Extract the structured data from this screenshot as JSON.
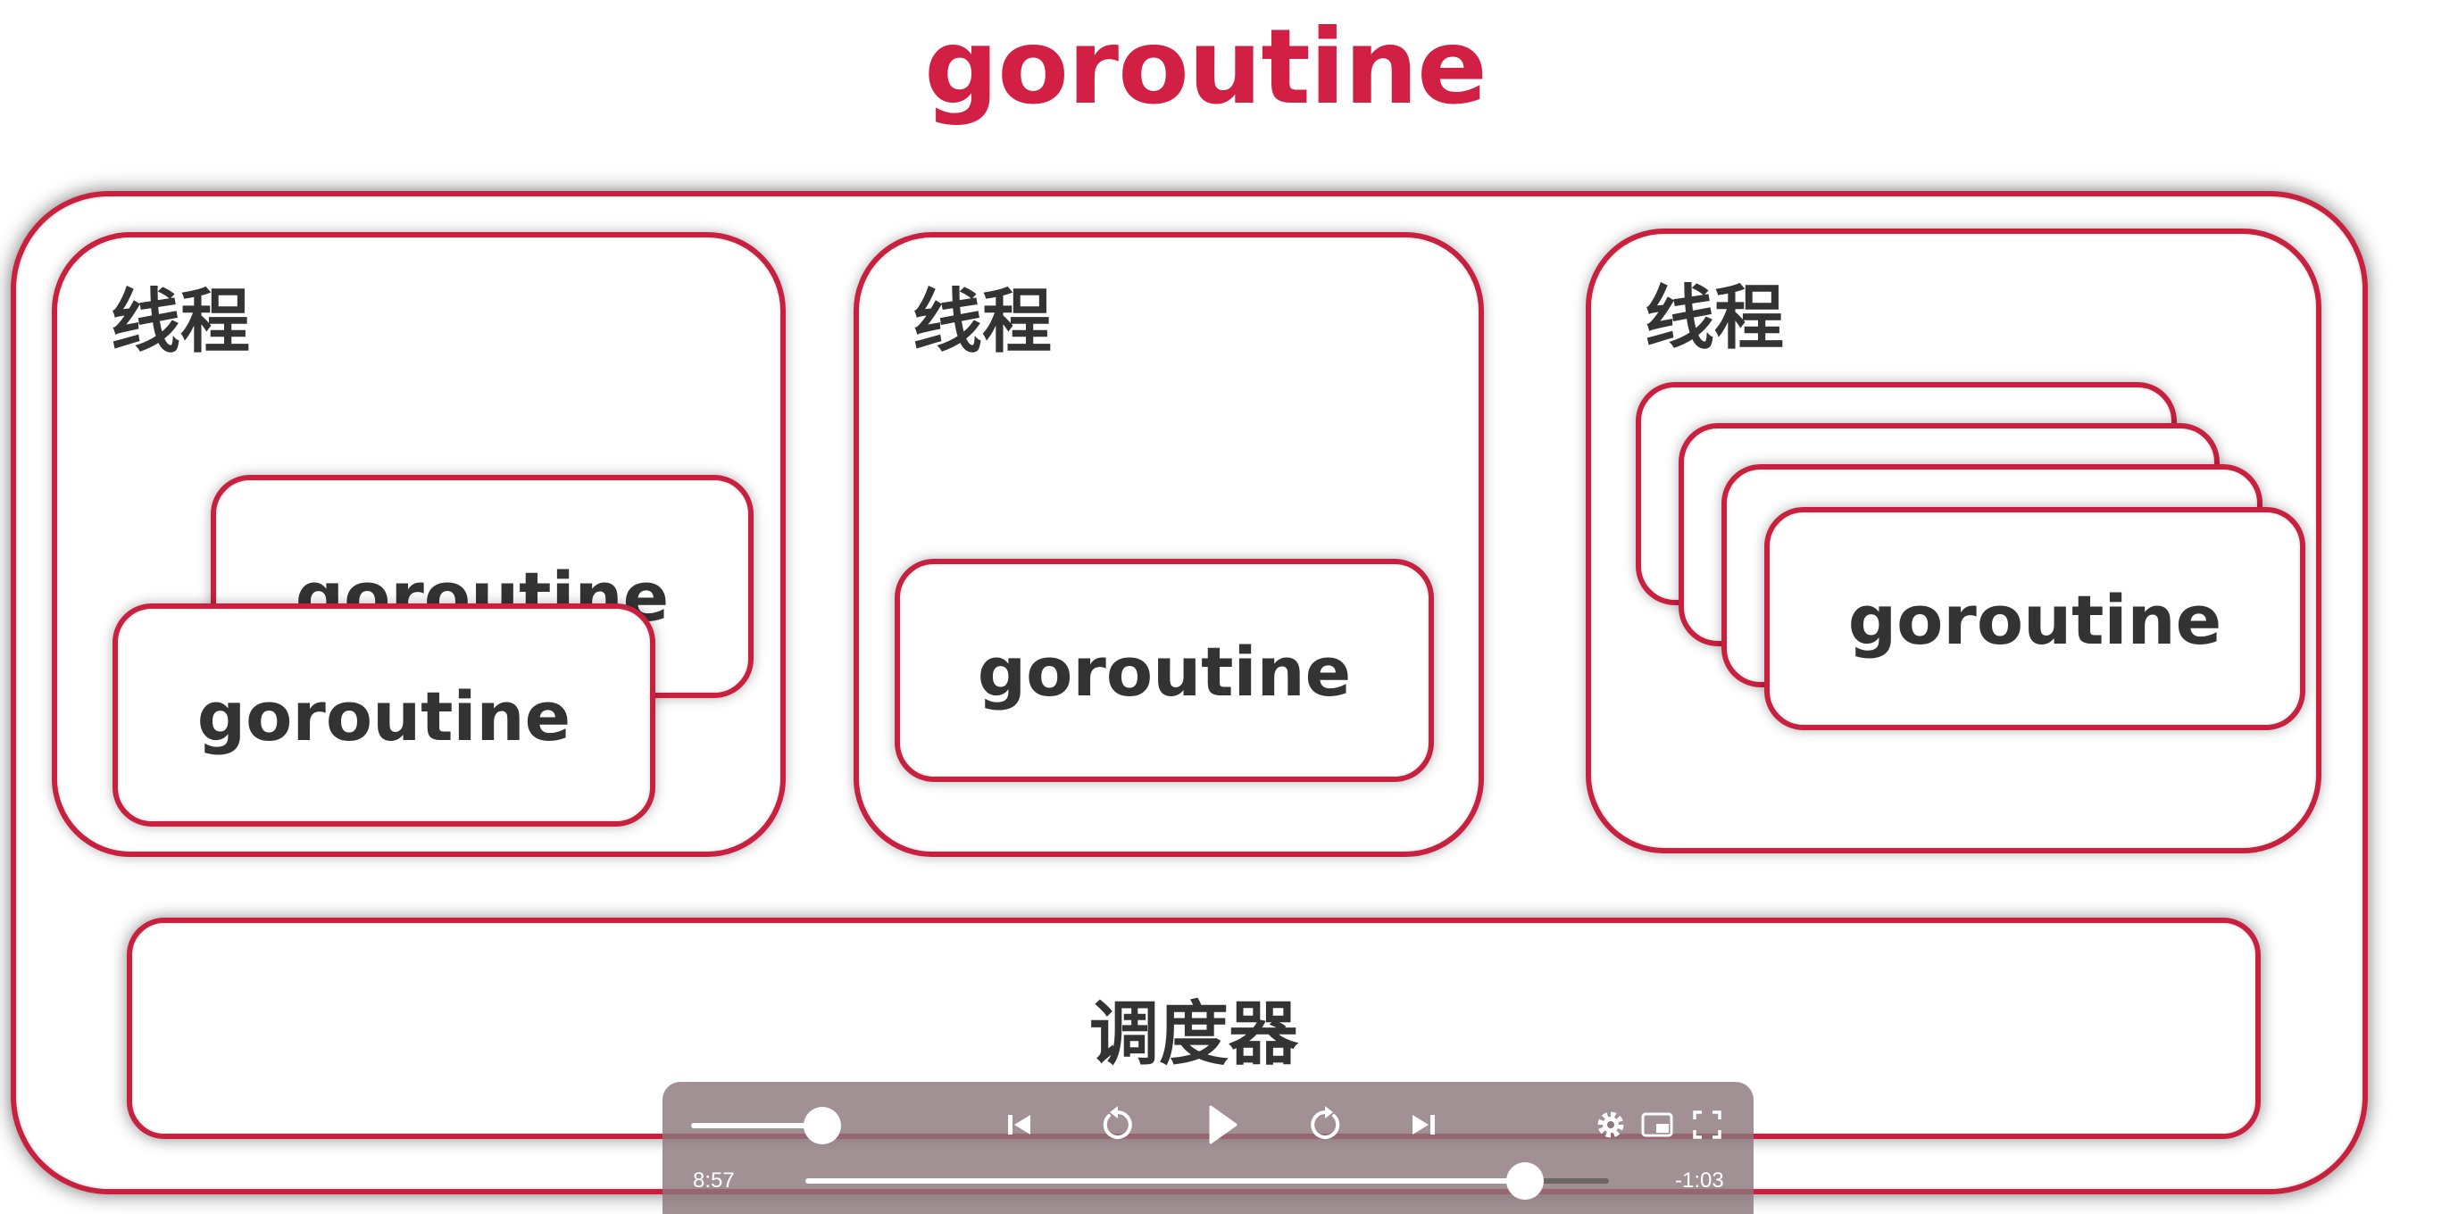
{
  "title": "goroutine",
  "threads": [
    {
      "label": "线程",
      "goroutines": [
        "goroutine",
        "goroutine"
      ]
    },
    {
      "label": "线程",
      "goroutines": [
        "goroutine"
      ]
    },
    {
      "label": "线程",
      "goroutines": [
        "goroutine"
      ]
    }
  ],
  "scheduler_label": "调度器",
  "colors": {
    "accent": "#d21f44",
    "text": "#333333"
  },
  "player": {
    "elapsed": "8:57",
    "remaining": "-1:03",
    "progress": 0.895,
    "volume": 0.9,
    "icons": [
      "skip-back-icon",
      "rewind-icon",
      "play-icon",
      "fast-forward-icon",
      "skip-forward-icon",
      "gear-icon",
      "picture-in-picture-icon",
      "fullscreen-icon"
    ]
  }
}
